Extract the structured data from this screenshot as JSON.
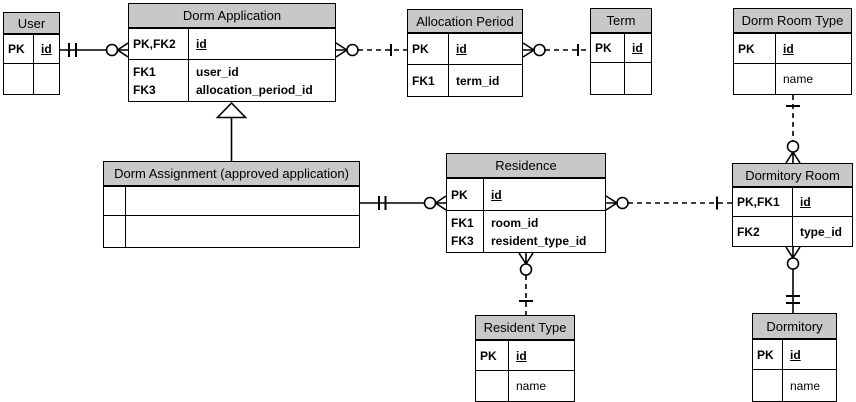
{
  "diagram": {
    "type": "entity-relationship-diagram",
    "background": "#ffffff",
    "header_fill": "#c8c8c8",
    "border_color": "#000000",
    "line_color": "#000000"
  },
  "entities": {
    "user": {
      "title": "User",
      "rows": [
        {
          "key": "PK",
          "field": "id",
          "pk": true
        },
        {
          "key": "",
          "field": ""
        }
      ]
    },
    "dorm_application": {
      "title": "Dorm Application",
      "rows": [
        {
          "key": "PK,FK2",
          "field": "id",
          "pk": true
        },
        {
          "key_lines": [
            "FK1",
            "FK3"
          ],
          "field_lines": [
            "user_id",
            "allocation_period_id"
          ]
        }
      ]
    },
    "allocation_period": {
      "title": "Allocation Period",
      "rows": [
        {
          "key": "PK",
          "field": "id",
          "pk": true
        },
        {
          "key": "FK1",
          "field": "term_id"
        }
      ]
    },
    "term": {
      "title": "Term",
      "rows": [
        {
          "key": "PK",
          "field": "id",
          "pk": true
        },
        {
          "key": "",
          "field": ""
        }
      ]
    },
    "dorm_room_type": {
      "title": "Dorm Room Type",
      "rows": [
        {
          "key": "PK",
          "field": "id",
          "pk": true
        },
        {
          "key": "",
          "field": "name"
        }
      ]
    },
    "dorm_assignment": {
      "title": "Dorm Assignment (approved application)",
      "rows": [
        {
          "key": "",
          "field": ""
        },
        {
          "key": "",
          "field": ""
        }
      ]
    },
    "residence": {
      "title": "Residence",
      "rows": [
        {
          "key": "PK",
          "field": "id",
          "pk": true
        },
        {
          "key_lines": [
            "FK1",
            "FK3"
          ],
          "field_lines": [
            "room_id",
            "resident_type_id"
          ]
        }
      ]
    },
    "dormitory_room": {
      "title": "Dormitory Room",
      "rows": [
        {
          "key": "PK,FK1",
          "field": "id",
          "pk": true
        },
        {
          "key": "FK2",
          "field": "type_id"
        }
      ]
    },
    "resident_type": {
      "title": "Resident Type",
      "rows": [
        {
          "key": "PK",
          "field": "id",
          "pk": true
        },
        {
          "key": "",
          "field": "name"
        }
      ]
    },
    "dormitory": {
      "title": "Dormitory",
      "rows": [
        {
          "key": "PK",
          "field": "id",
          "pk": true
        },
        {
          "key": "",
          "field": "name"
        }
      ]
    }
  },
  "relationships": [
    {
      "from": "User",
      "to": "Dorm Application",
      "from_cardinality": "one-and-only-one",
      "to_cardinality": "zero-or-many",
      "line": "solid"
    },
    {
      "from": "Allocation Period",
      "to": "Dorm Application",
      "from_cardinality": "one",
      "to_cardinality": "zero-or-many",
      "line": "dashed"
    },
    {
      "from": "Term",
      "to": "Allocation Period",
      "from_cardinality": "one",
      "to_cardinality": "zero-or-many",
      "line": "dashed"
    },
    {
      "from": "Dorm Room Type",
      "to": "Dormitory Room",
      "from_cardinality": "one",
      "to_cardinality": "zero-or-many",
      "line": "dashed"
    },
    {
      "from": "Dormitory",
      "to": "Dormitory Room",
      "from_cardinality": "one-and-only-one",
      "to_cardinality": "zero-or-many",
      "line": "solid"
    },
    {
      "from": "Dorm Assignment (approved application)",
      "to": "Residence",
      "from_cardinality": "one-and-only-one",
      "to_cardinality": "zero-or-many",
      "line": "solid"
    },
    {
      "from": "Dormitory Room",
      "to": "Residence",
      "from_cardinality": "one",
      "to_cardinality": "zero-or-many",
      "line": "dashed"
    },
    {
      "from": "Resident Type",
      "to": "Residence",
      "from_cardinality": "one",
      "to_cardinality": "zero-or-many",
      "line": "dashed"
    },
    {
      "type": "inheritance",
      "parent": "Dorm Application",
      "child": "Dorm Assignment (approved application)"
    }
  ]
}
